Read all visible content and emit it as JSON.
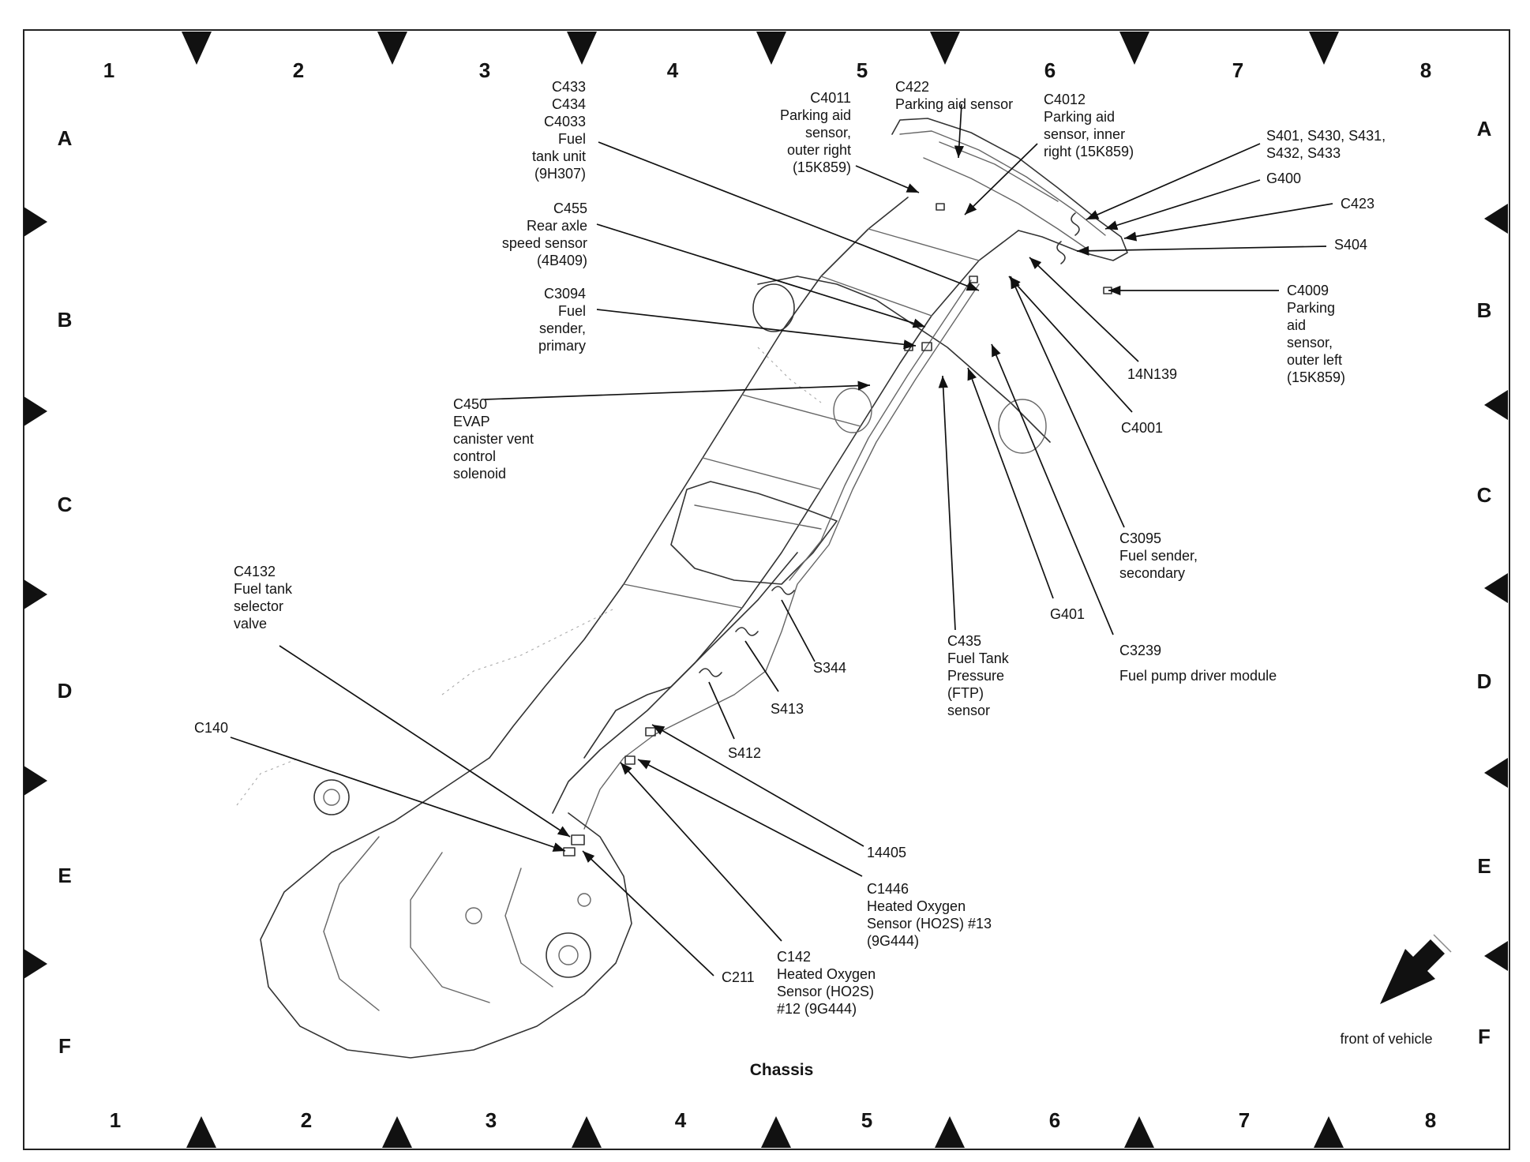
{
  "grid": {
    "columns": [
      "1",
      "2",
      "3",
      "4",
      "5",
      "6",
      "7",
      "8"
    ],
    "rows": [
      "A",
      "B",
      "C",
      "D",
      "E",
      "F"
    ]
  },
  "caption": "Chassis",
  "orientation_label": "front of vehicle",
  "callouts": [
    {
      "id": "c433",
      "lines": [
        "C433",
        "C434",
        "C4033",
        "Fuel",
        "tank unit",
        "(9H307)"
      ]
    },
    {
      "id": "c4011",
      "lines": [
        "C4011",
        "Parking aid",
        "sensor,",
        "outer right",
        "(15K859)"
      ]
    },
    {
      "id": "c422",
      "lines": [
        "C422",
        "Parking aid sensor"
      ]
    },
    {
      "id": "c4012",
      "lines": [
        "C4012",
        "Parking aid",
        "sensor, inner",
        "right (15K859)"
      ]
    },
    {
      "id": "s401",
      "lines": [
        "S401, S430, S431,",
        "S432, S433"
      ]
    },
    {
      "id": "g400",
      "lines": [
        "G400"
      ]
    },
    {
      "id": "c423",
      "lines": [
        "C423"
      ]
    },
    {
      "id": "s404",
      "lines": [
        "S404"
      ]
    },
    {
      "id": "c4009",
      "lines": [
        "C4009",
        "Parking",
        "aid",
        "sensor,",
        "outer left",
        "(15K859)"
      ]
    },
    {
      "id": "c455",
      "lines": [
        "C455",
        "Rear axle",
        "speed sensor",
        "(4B409)"
      ]
    },
    {
      "id": "c3094",
      "lines": [
        "C3094",
        "Fuel",
        "sender,",
        "primary"
      ]
    },
    {
      "id": "n14n139",
      "lines": [
        "14N139"
      ]
    },
    {
      "id": "c4001",
      "lines": [
        "C4001"
      ]
    },
    {
      "id": "c450",
      "lines": [
        "C450",
        "EVAP",
        "canister vent",
        "control",
        "solenoid"
      ]
    },
    {
      "id": "c3095",
      "lines": [
        "C3095",
        "Fuel sender,",
        "secondary"
      ]
    },
    {
      "id": "c4132",
      "lines": [
        "C4132",
        "Fuel tank",
        "selector",
        "valve"
      ]
    },
    {
      "id": "g401",
      "lines": [
        "G401"
      ]
    },
    {
      "id": "c435",
      "lines": [
        "C435",
        "Fuel Tank",
        "Pressure",
        "(FTP)",
        "sensor"
      ]
    },
    {
      "id": "c3239",
      "lines": [
        "C3239"
      ]
    },
    {
      "id": "c3239desc",
      "lines": [
        "Fuel pump driver module"
      ]
    },
    {
      "id": "s344",
      "lines": [
        "S344"
      ]
    },
    {
      "id": "s413",
      "lines": [
        "S413"
      ]
    },
    {
      "id": "s412",
      "lines": [
        "S412"
      ]
    },
    {
      "id": "c140",
      "lines": [
        "C140"
      ]
    },
    {
      "id": "n14405",
      "lines": [
        "14405"
      ]
    },
    {
      "id": "c1446",
      "lines": [
        "C1446",
        "Heated Oxygen",
        "Sensor (HO2S) #13",
        "(9G444)"
      ]
    },
    {
      "id": "c142",
      "lines": [
        "C142",
        "Heated Oxygen",
        "Sensor (HO2S)",
        "#12 (9G444)"
      ]
    },
    {
      "id": "c211",
      "lines": [
        "C211"
      ]
    }
  ]
}
